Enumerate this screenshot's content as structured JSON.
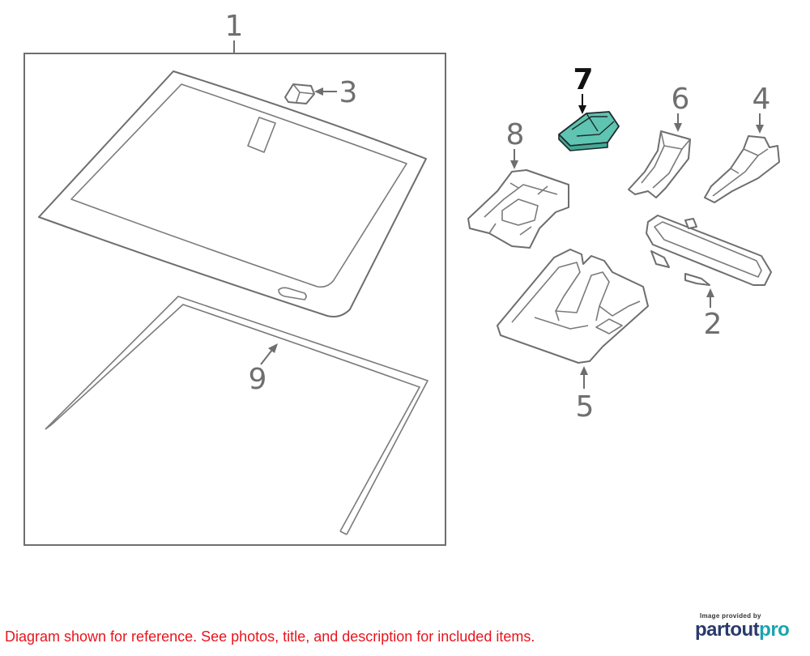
{
  "diagram": {
    "callouts": [
      {
        "id": "1",
        "label": "1"
      },
      {
        "id": "2",
        "label": "2"
      },
      {
        "id": "3",
        "label": "3"
      },
      {
        "id": "4",
        "label": "4"
      },
      {
        "id": "5",
        "label": "5"
      },
      {
        "id": "6",
        "label": "6"
      },
      {
        "id": "7",
        "label": "7",
        "highlighted": true
      },
      {
        "id": "8",
        "label": "8"
      },
      {
        "id": "9",
        "label": "9"
      }
    ],
    "highlight_color": "#5fc4b1",
    "line_color": "#6e6e6e"
  },
  "footer": {
    "disclaimer": "Diagram shown for reference. See photos, title, and description for included items.",
    "disclaimer_color": "#e8141c"
  },
  "brand": {
    "caption": "Image provided by",
    "name_part1": "partout",
    "name_part2": "pro"
  }
}
